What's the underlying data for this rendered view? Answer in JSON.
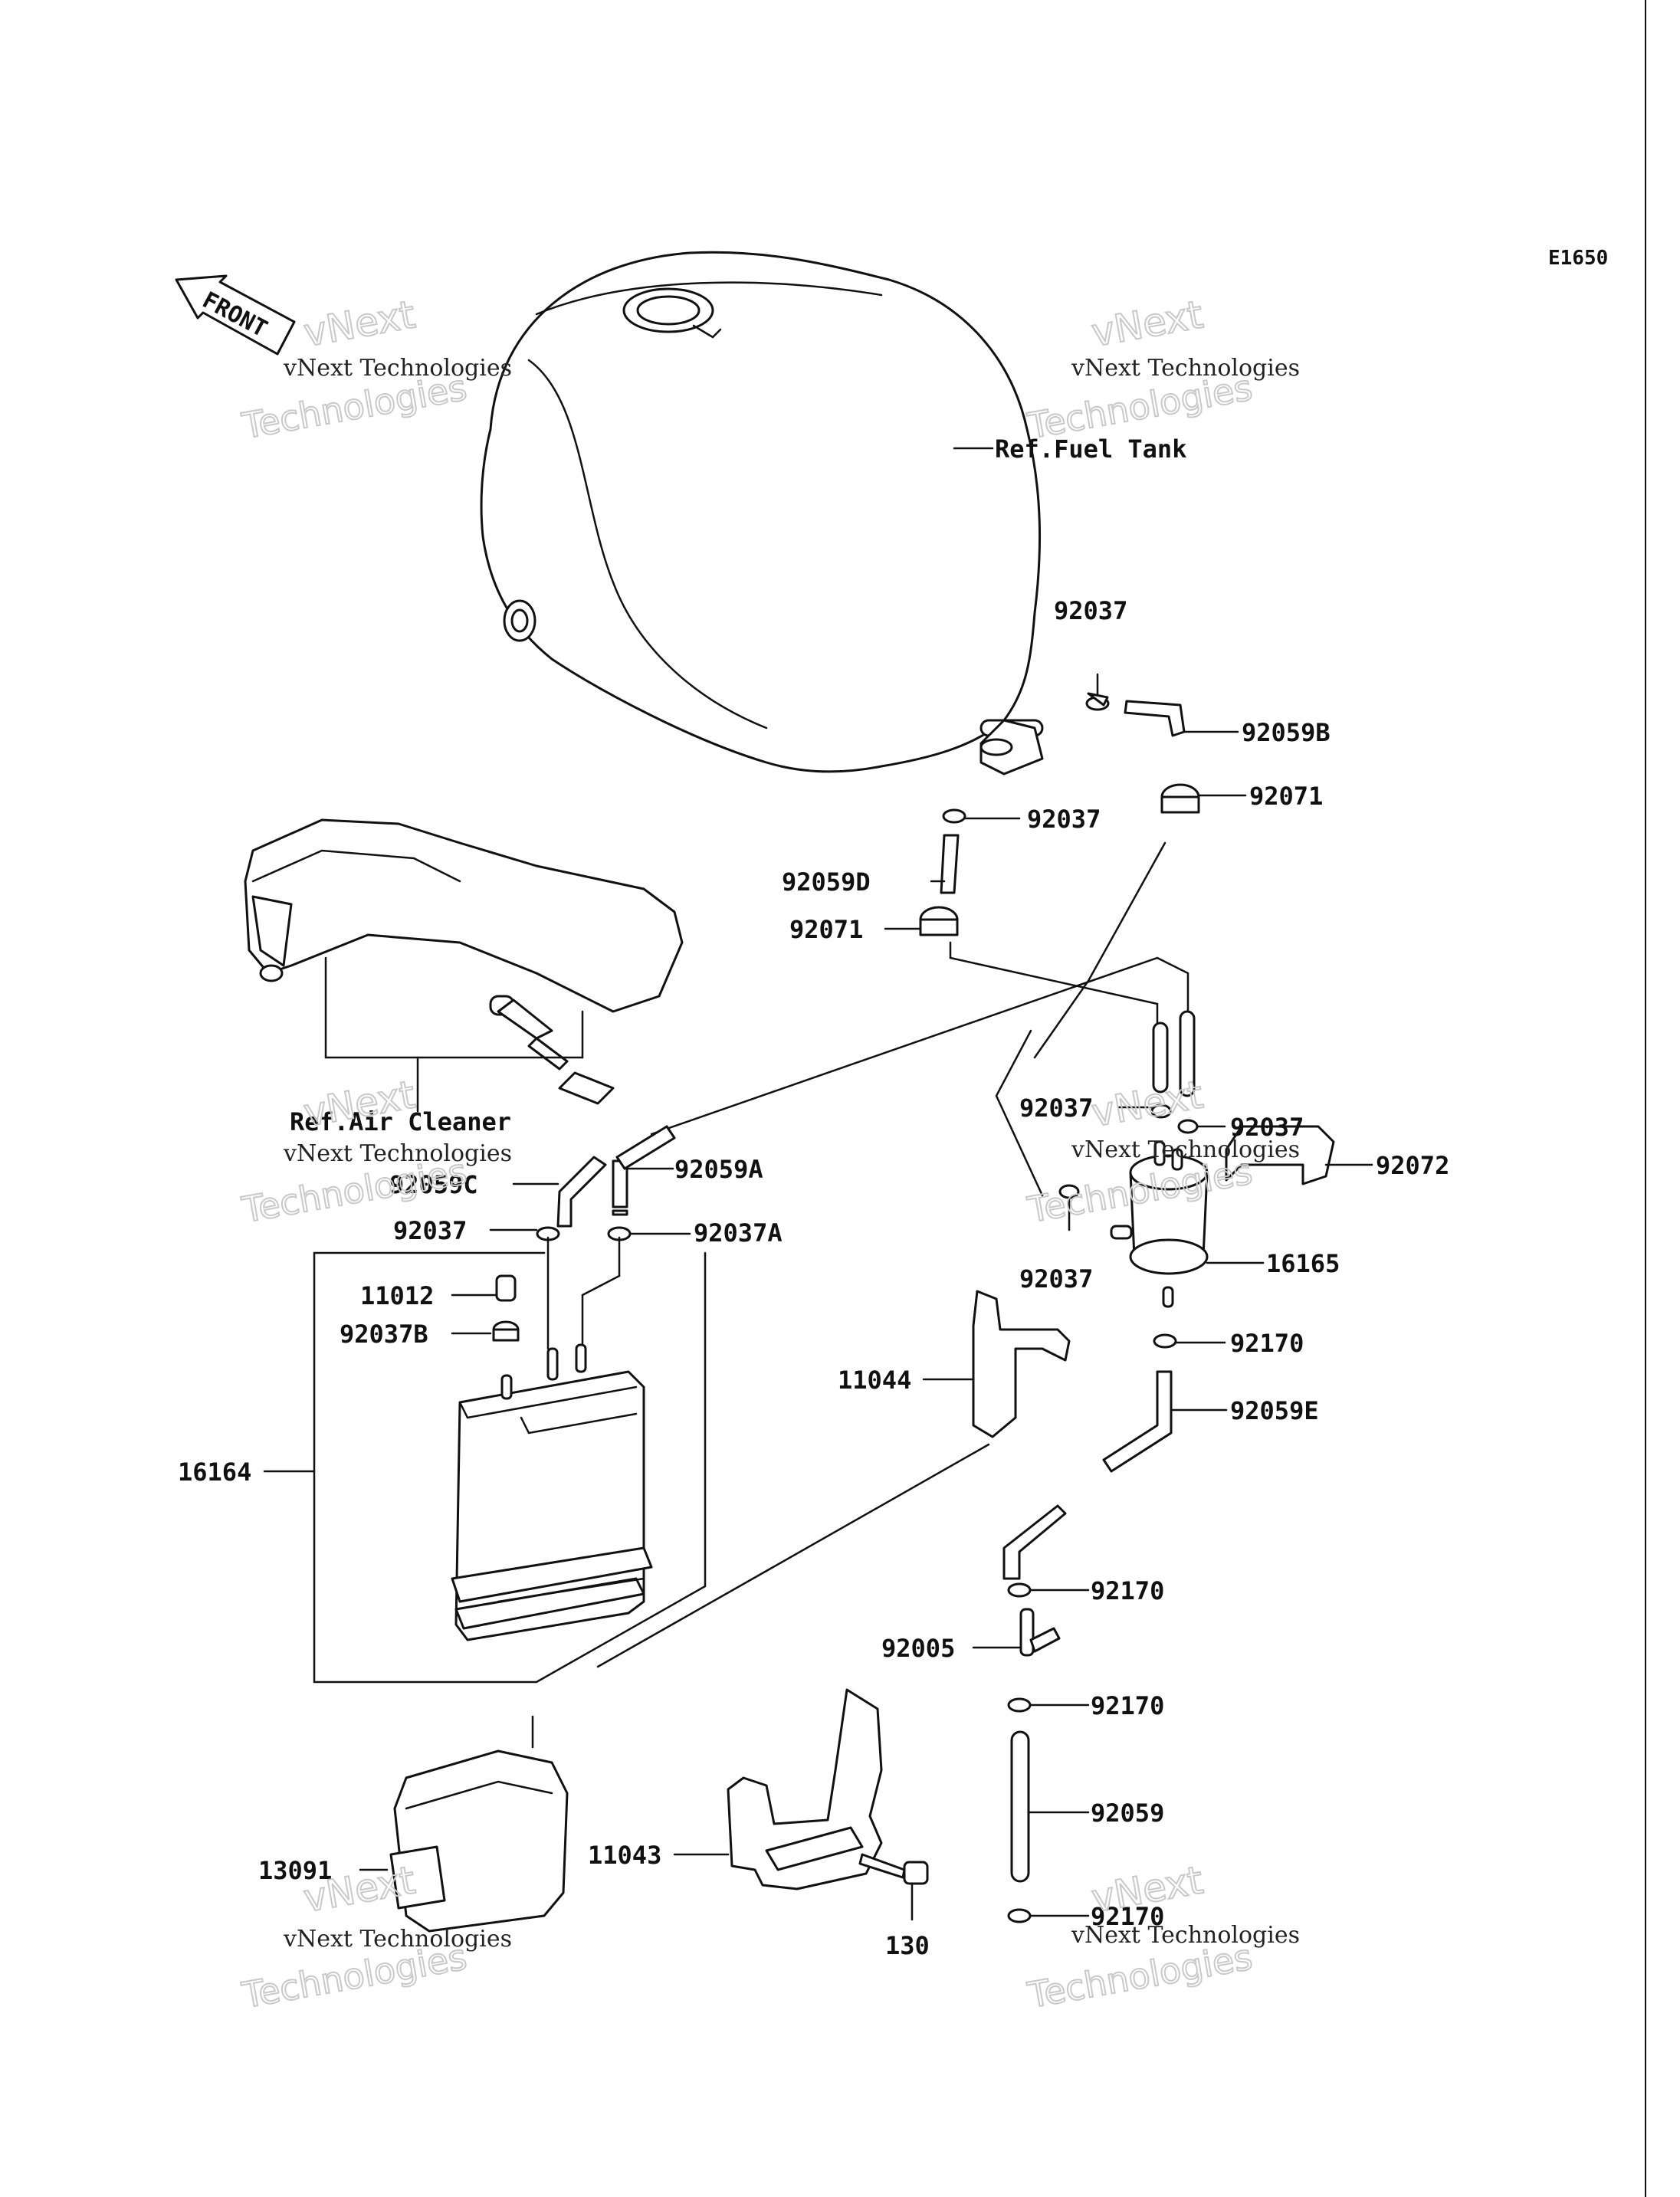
{
  "diagram_code": "E1650",
  "front_indicator": "FRONT",
  "watermark": {
    "line_small": "vNext Technologies",
    "line_top": "vNext",
    "line_big": "Technologies"
  },
  "references": {
    "fuel_tank": "Ref.Fuel Tank",
    "air_cleaner": "Ref.Air Cleaner"
  },
  "part_labels": {
    "p92037_a": "92037",
    "p92059B": "92059B",
    "p92037_b": "92037",
    "p92071_a": "92071",
    "p92059D": "92059D",
    "p92071_b": "92071",
    "p92037_c": "92037",
    "p92037_d": "92037",
    "p92072": "92072",
    "p92059A": "92059A",
    "p92059C": "92059C",
    "p92037_e": "92037",
    "p92037A": "92037A",
    "p92037_f": "92037",
    "p16165": "16165",
    "p11012": "11012",
    "p92037B": "92037B",
    "p92170_a": "92170",
    "p11044": "11044",
    "p92059E": "92059E",
    "p16164": "16164",
    "p92170_b": "92170",
    "p92005": "92005",
    "p92170_c": "92170",
    "p92059": "92059",
    "p13091": "13091",
    "p11043": "11043",
    "p92170_d": "92170",
    "p130": "130"
  }
}
